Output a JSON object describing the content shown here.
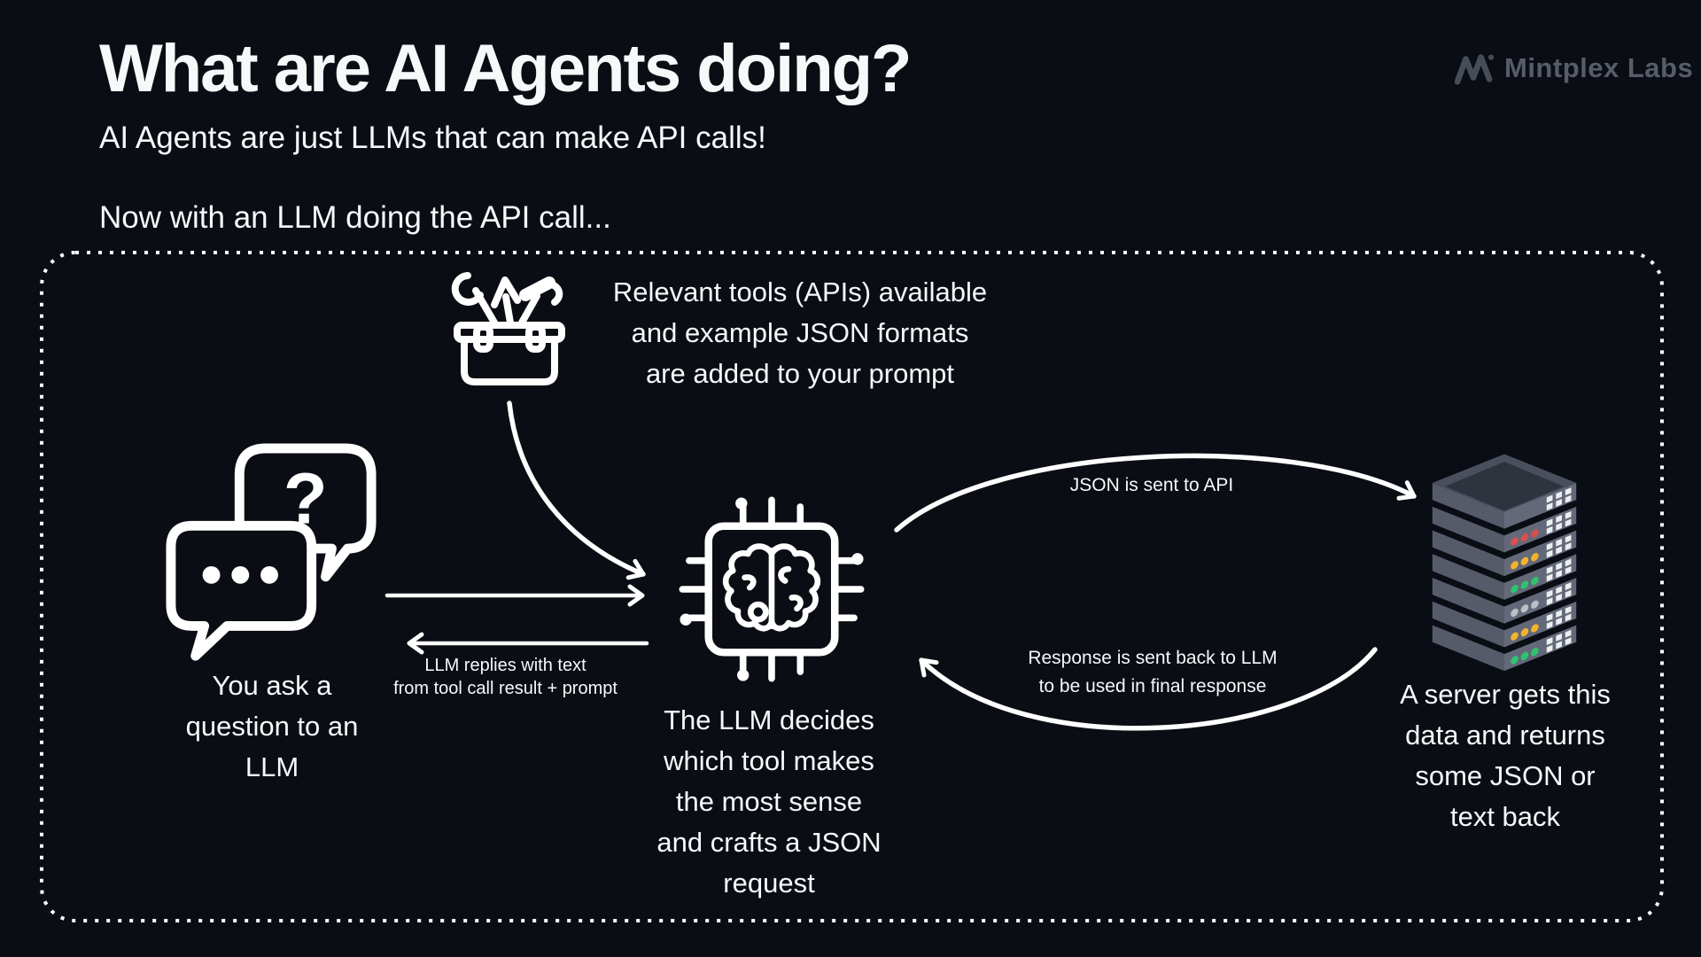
{
  "header": {
    "title": "What are AI Agents doing?",
    "subtitle": "AI Agents are just LLMs that can make API calls!",
    "brand": "Mintplex Labs"
  },
  "intro": "Now with an LLM doing the API call...",
  "nodes": {
    "toolbox_caption": "Relevant tools (APIs) available\nand example JSON formats\nare added to your prompt",
    "user_caption": "You ask a\nquestion to an\nLLM",
    "llm_caption": "The LLM decides\nwhich tool makes\nthe most sense\nand crafts a JSON\nrequest",
    "server_caption": "A server gets this\ndata and returns\nsome JSON or\ntext back"
  },
  "arrow_labels": {
    "json_to_api": "JSON is sent to API",
    "response_back": "Response is sent back to LLM\nto be used in final response",
    "llm_replies": "LLM replies with text\nfrom tool call result + prompt"
  },
  "icons": {
    "question_mark": "?"
  },
  "colors": {
    "background": "#0a0d14",
    "text": "#f7f8fa",
    "line": "#ffffff",
    "brand_text": "#575d68",
    "brand_mark": "#474d58",
    "server_left": "#565b6a",
    "server_right": "#646979",
    "server_top": "#4a4f5e",
    "server_top_inner": "#2e333e",
    "led_red": "#d94f4f",
    "led_yellow": "#f2b32c",
    "led_green": "#2ec46e",
    "led_gray": "#bcc0c7"
  }
}
